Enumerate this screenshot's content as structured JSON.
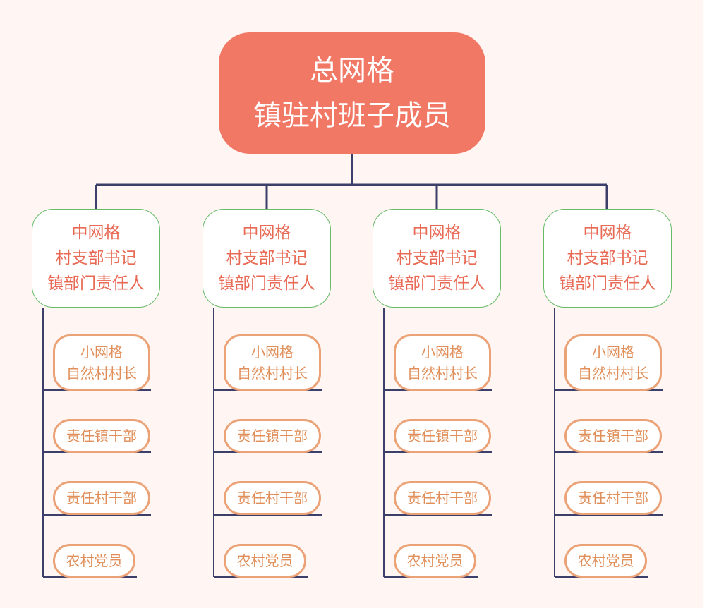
{
  "root": {
    "line1": "总网格",
    "line2": "镇驻村班子成员"
  },
  "groups": [
    {
      "mid": {
        "line1": "中网格",
        "line2": "村支部书记",
        "line3": "镇部门责任人"
      },
      "leaves": [
        {
          "line1": "小网格",
          "line2": "自然村村长"
        },
        {
          "line1": "责任镇干部"
        },
        {
          "line1": "责任村干部"
        },
        {
          "line1": "农村党员"
        }
      ]
    },
    {
      "mid": {
        "line1": "中网格",
        "line2": "村支部书记",
        "line3": "镇部门责任人"
      },
      "leaves": [
        {
          "line1": "小网格",
          "line2": "自然村村长"
        },
        {
          "line1": "责任镇干部"
        },
        {
          "line1": "责任村干部"
        },
        {
          "line1": "农村党员"
        }
      ]
    },
    {
      "mid": {
        "line1": "中网格",
        "line2": "村支部书记",
        "line3": "镇部门责任人"
      },
      "leaves": [
        {
          "line1": "小网格",
          "line2": "自然村村长"
        },
        {
          "line1": "责任镇干部"
        },
        {
          "line1": "责任村干部"
        },
        {
          "line1": "农村党员"
        }
      ]
    },
    {
      "mid": {
        "line1": "中网格",
        "line2": "村支部书记",
        "line3": "镇部门责任人"
      },
      "leaves": [
        {
          "line1": "小网格",
          "line2": "自然村村长"
        },
        {
          "line1": "责任镇干部"
        },
        {
          "line1": "责任村干部"
        },
        {
          "line1": "农村党员"
        }
      ]
    }
  ],
  "colors": {
    "background": "#fff5f2",
    "root_fill": "#f27866",
    "mid_border": "#66bb66",
    "mid_text": "#e86a55",
    "leaf_border": "#eba277",
    "leaf_text": "#e08f5a",
    "connector": "#3d3f6b"
  }
}
